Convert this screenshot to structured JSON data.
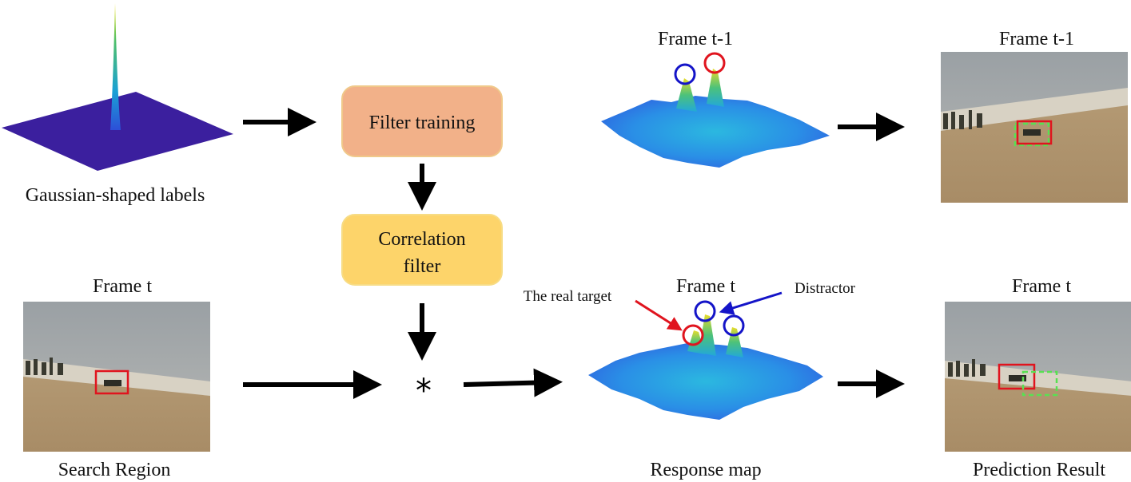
{
  "labels": {
    "gaussian": "Gaussian-shaped labels",
    "filter_training": "Filter training",
    "correlation_line1": "Correlation",
    "correlation_line2": "filter",
    "frame_prev_map": "Frame t-1",
    "frame_prev_img": "Frame t-1",
    "frame_t_search": "Frame t",
    "frame_t_map": "Frame t",
    "frame_t_result": "Frame t",
    "search_region": "Search Region",
    "response_map": "Response map",
    "prediction_result": "Prediction Result",
    "real_target": "The real target",
    "distractor": "Distractor",
    "operator": "*"
  },
  "colors": {
    "filter_training_fill": "#f2b189",
    "filter_training_stroke": "#f0c98a",
    "correlation_fill": "#fdd46a",
    "correlation_stroke": "#f7dc85",
    "arrow": "#000000",
    "target_marker": "#e0141e",
    "distractor_marker": "#1414c8",
    "prediction_box": "#59e052",
    "gaussian_plane": "#3b1f9e"
  }
}
